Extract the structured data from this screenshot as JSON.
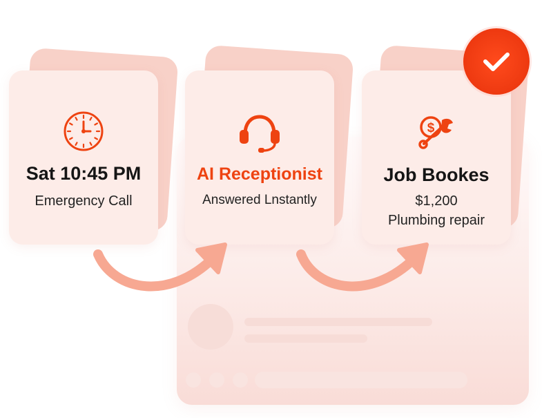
{
  "colors": {
    "accent": "#ee4311",
    "arrow": "#f7a892",
    "card": "#fdece8",
    "card_back": "#f8d1c8"
  },
  "steps": [
    {
      "icon": "clock-icon",
      "title": "Sat 10:45 PM",
      "subtitle": "Emergency Call"
    },
    {
      "icon": "headset-icon",
      "title": "AI Receptionist",
      "subtitle": "Answered Lnstantly"
    },
    {
      "icon": "money-wrench-icon",
      "title": "Job Bookes",
      "subtitle_line1": "$1,200",
      "subtitle_line2": "Plumbing repair"
    }
  ],
  "badge": {
    "icon": "checkmark-icon"
  }
}
